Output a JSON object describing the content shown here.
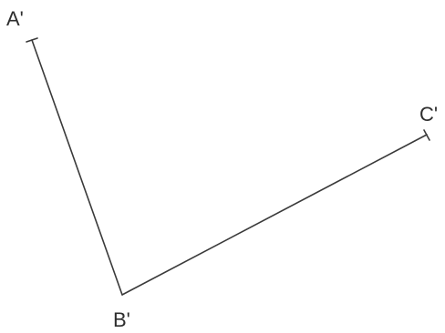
{
  "diagram": {
    "points": [
      {
        "id": "A",
        "label": "A'"
      },
      {
        "id": "B",
        "label": "B'"
      },
      {
        "id": "C",
        "label": "C'"
      }
    ],
    "segments": [
      {
        "id": "AB",
        "from": "A",
        "to": "B"
      },
      {
        "id": "BC",
        "from": "B",
        "to": "C"
      }
    ],
    "colors": {
      "line": "#3a3a3a",
      "text": "#2e2e2e",
      "background": "#ffffff"
    }
  }
}
